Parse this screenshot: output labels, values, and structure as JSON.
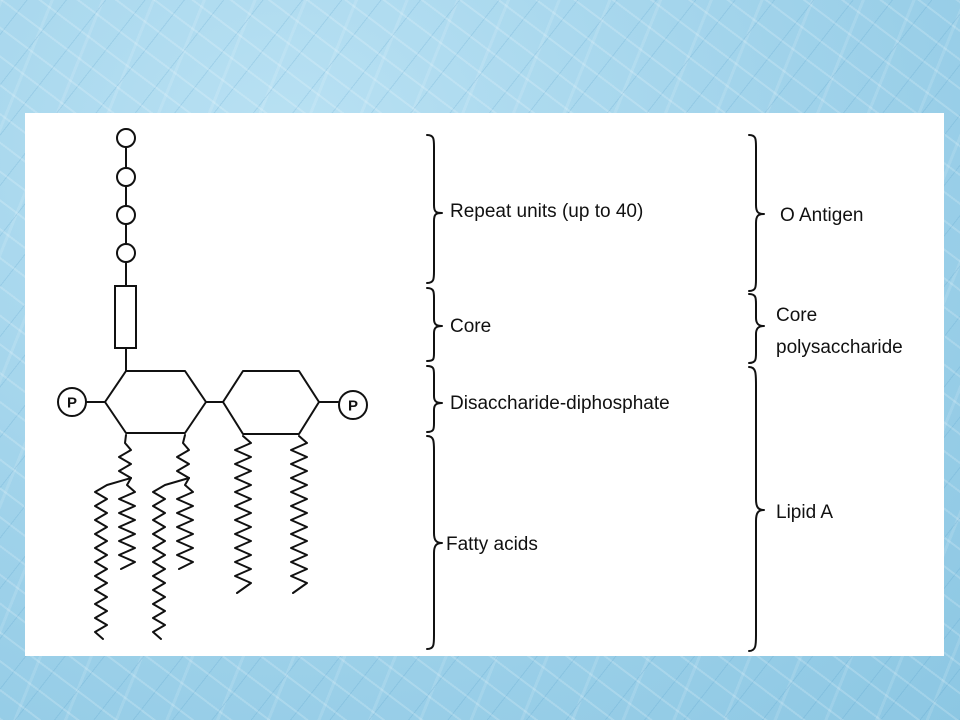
{
  "diagram": {
    "phosphate_symbol": "P",
    "component_labels": {
      "repeat_units": "Repeat units (up to 40)",
      "core": "Core",
      "disaccharide": "Disaccharide-diphosphate",
      "fatty_acids": "Fatty acids"
    },
    "region_labels": {
      "o_antigen": "O Antigen",
      "core_polysaccharide_line1": "Core",
      "core_polysaccharide_line2": "polysaccharide",
      "lipid_a": "Lipid A"
    },
    "repeat_unit_count_drawn": 4,
    "fatty_acid_chain_count": 6,
    "colors": {
      "ink": "#111111",
      "panel": "#ffffff",
      "background": "#9fd2ea"
    }
  }
}
